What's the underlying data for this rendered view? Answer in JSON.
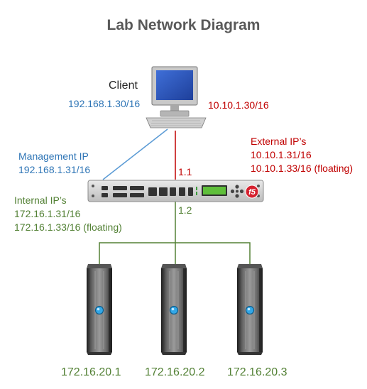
{
  "title": "Lab Network Diagram",
  "colors": {
    "management": "#2e75b6",
    "external": "#c00000",
    "internal": "#538135",
    "text_dark": "#262626"
  },
  "client": {
    "label": "Client",
    "mgmt_ip": "192.168.1.30/16",
    "ext_ip": "10.10.1.30/16",
    "icon": "desktop-computer-icon"
  },
  "management": {
    "heading": "Management IP",
    "ip": "192.168.1.31/16"
  },
  "external": {
    "heading": "External IP’s",
    "ip1": "10.10.1.31/16",
    "ip2": "10.10.1.33/16 (floating)"
  },
  "internal": {
    "heading": "Internal IP’s",
    "ip1": "172.16.1.31/16",
    "ip2": "172.16.1.33/16 (floating)"
  },
  "links": {
    "external_port": "1.1",
    "internal_port": "1.2"
  },
  "appliance": {
    "icon": "load-balancer-appliance-icon",
    "logo_text": "f5"
  },
  "servers": [
    {
      "ip": "172.16.20.1",
      "icon": "server-tower-icon"
    },
    {
      "ip": "172.16.20.2",
      "icon": "server-tower-icon"
    },
    {
      "ip": "172.16.20.3",
      "icon": "server-tower-icon"
    }
  ]
}
